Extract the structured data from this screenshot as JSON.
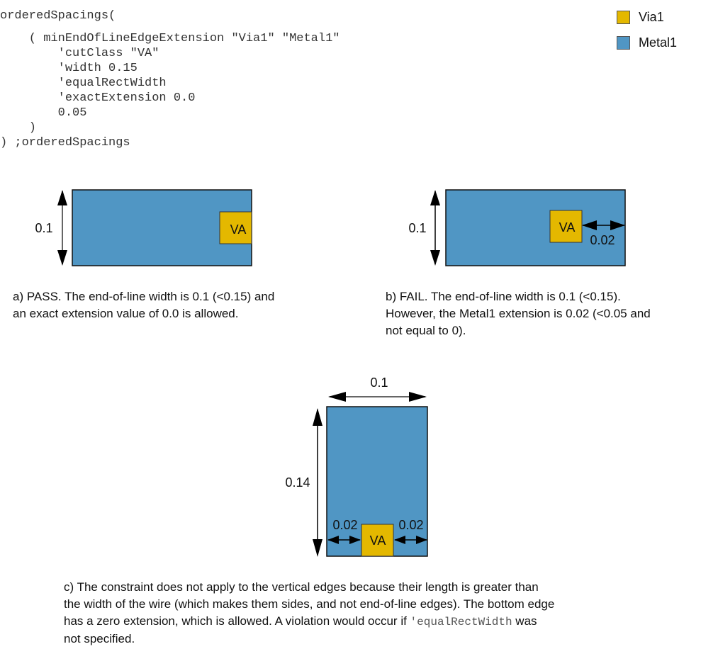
{
  "code": {
    "lines": [
      "orderedSpacings(",
      "    ( minEndOfLineEdgeExtension \"Via1\" \"Metal1\"",
      "        'cutClass \"VA\"",
      "        'width 0.15",
      "        'equalRectWidth",
      "        'exactExtension 0.0",
      "        0.05",
      "    )",
      ") ;orderedSpacings"
    ]
  },
  "legend": {
    "items": [
      {
        "label": "Via1",
        "color": "#e4b800"
      },
      {
        "label": "Metal1",
        "color": "#5096c4"
      }
    ]
  },
  "colors": {
    "metal": "#5096c4",
    "via": "#e4b800",
    "outline": "#111111"
  },
  "diagram_a": {
    "height_label": "0.1",
    "via_label": "VA"
  },
  "diagram_b": {
    "height_label": "0.1",
    "via_label": "VA",
    "extension_label": "0.02"
  },
  "diagram_c": {
    "width_label": "0.1",
    "height_label": "0.14",
    "via_label": "VA",
    "left_ext_label": "0.02",
    "right_ext_label": "0.02"
  },
  "captions": {
    "a": [
      "a) PASS. The end-of-line width is 0.1 (<0.15) and",
      "an exact extension value of 0.0 is allowed."
    ],
    "b": [
      "b) FAIL. The end-of-line width is 0.1 (<0.15).",
      "However, the Metal1 extension is 0.02 (<0.05 and",
      "not equal to 0)."
    ],
    "c": {
      "line1": "c) The constraint does not apply to the vertical edges because their length is greater than",
      "line2": "the width of the wire (which makes them sides, and not end-of-line edges). The bottom edge",
      "line3_pre": "has a zero extension, which is allowed. A violation would occur if ",
      "line3_code": "'equalRectWidth",
      "line3_post": " was",
      "line4": "not specified."
    }
  }
}
